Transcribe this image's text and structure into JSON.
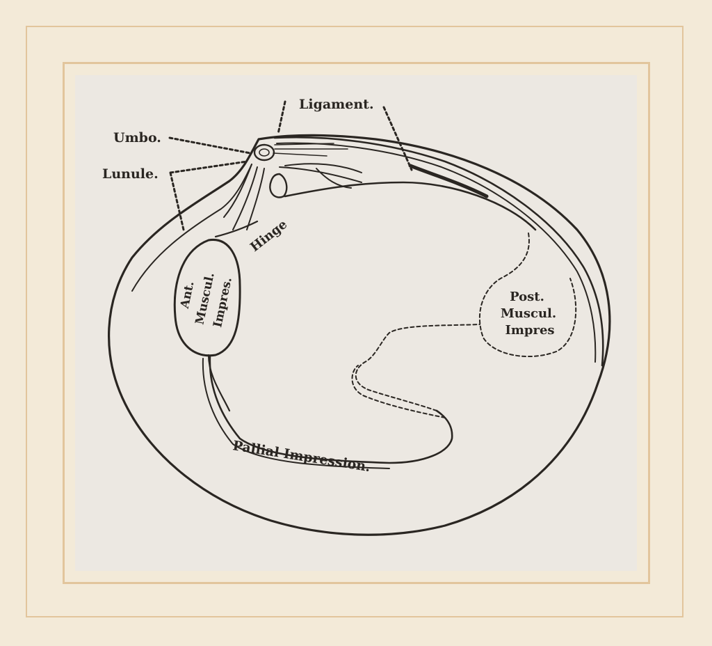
{
  "diagram": {
    "labels": {
      "ligament": "Ligament.",
      "umbo": "Umbo.",
      "lunule": "Lunule.",
      "hinge": "Hinge",
      "ant_line1": "Ant.",
      "ant_line2": "Muscul.",
      "ant_line3": "Impres.",
      "post_line1": "Post.",
      "post_line2": "Muscul.",
      "post_line3": "Impres",
      "pallial": "Pallial Impression."
    },
    "colors": {
      "ink": "#2a2622",
      "paper": "#ece8e2",
      "mat": "#f3ead8",
      "frame_line": "#e2c59c"
    }
  }
}
